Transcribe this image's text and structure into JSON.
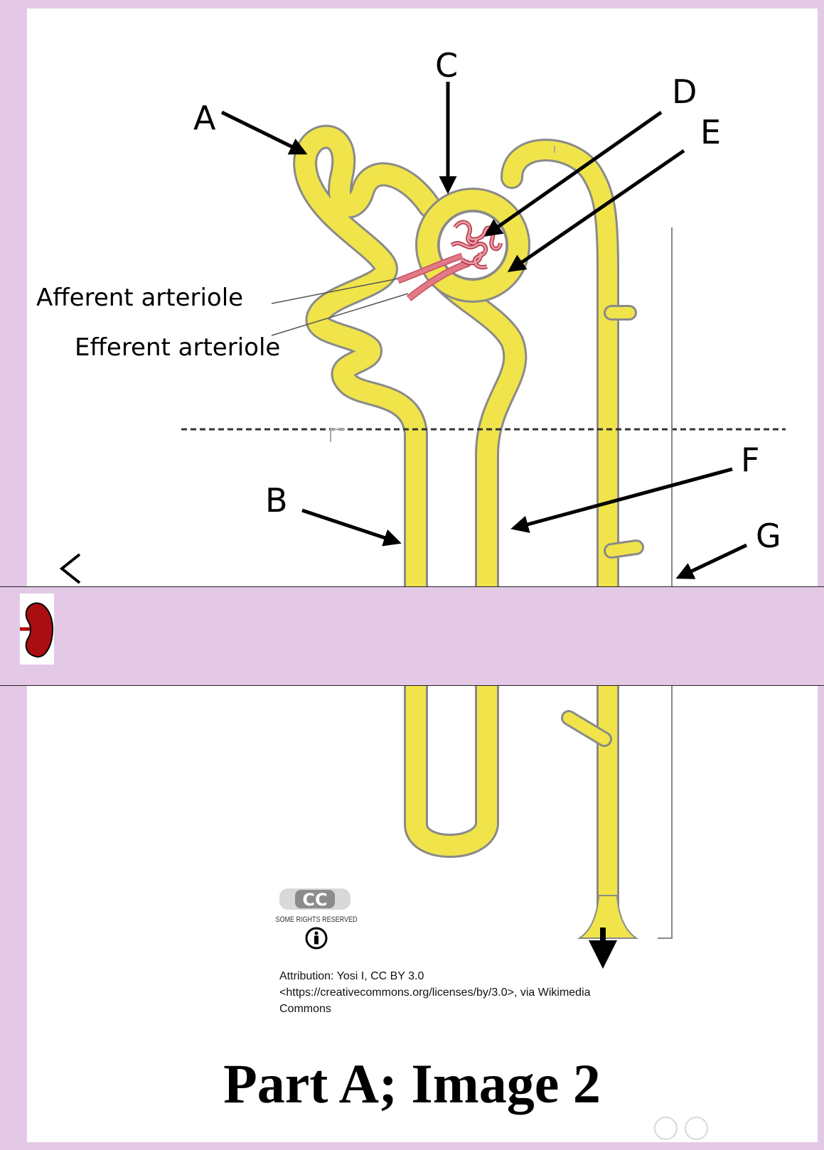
{
  "diagram": {
    "labels": {
      "a": "A",
      "b": "B",
      "c": "C",
      "d": "D",
      "e": "E",
      "f": "F",
      "g": "G"
    },
    "afferent": "Afferent arteriole",
    "efferent": "Efferent arteriole"
  },
  "license": {
    "cc": "CC",
    "rights": "SOME RIGHTS RESERVED",
    "attribution_line1": "Attribution: Yosi I, CC BY 3.0",
    "attribution_line2": "<https://creativecommons.org/licenses/by/3.0>, via Wikimedia",
    "attribution_line3": "Commons"
  },
  "title": "Part A; Image 2",
  "icons": {
    "back": "chevron-left-icon",
    "app": "kidney-icon"
  },
  "colors": {
    "background": "#e3c9e6",
    "tubule": "#f0e44a",
    "tubule_outline": "#888888",
    "vessel": "#e07a86",
    "kidney": "#aa0e12"
  }
}
